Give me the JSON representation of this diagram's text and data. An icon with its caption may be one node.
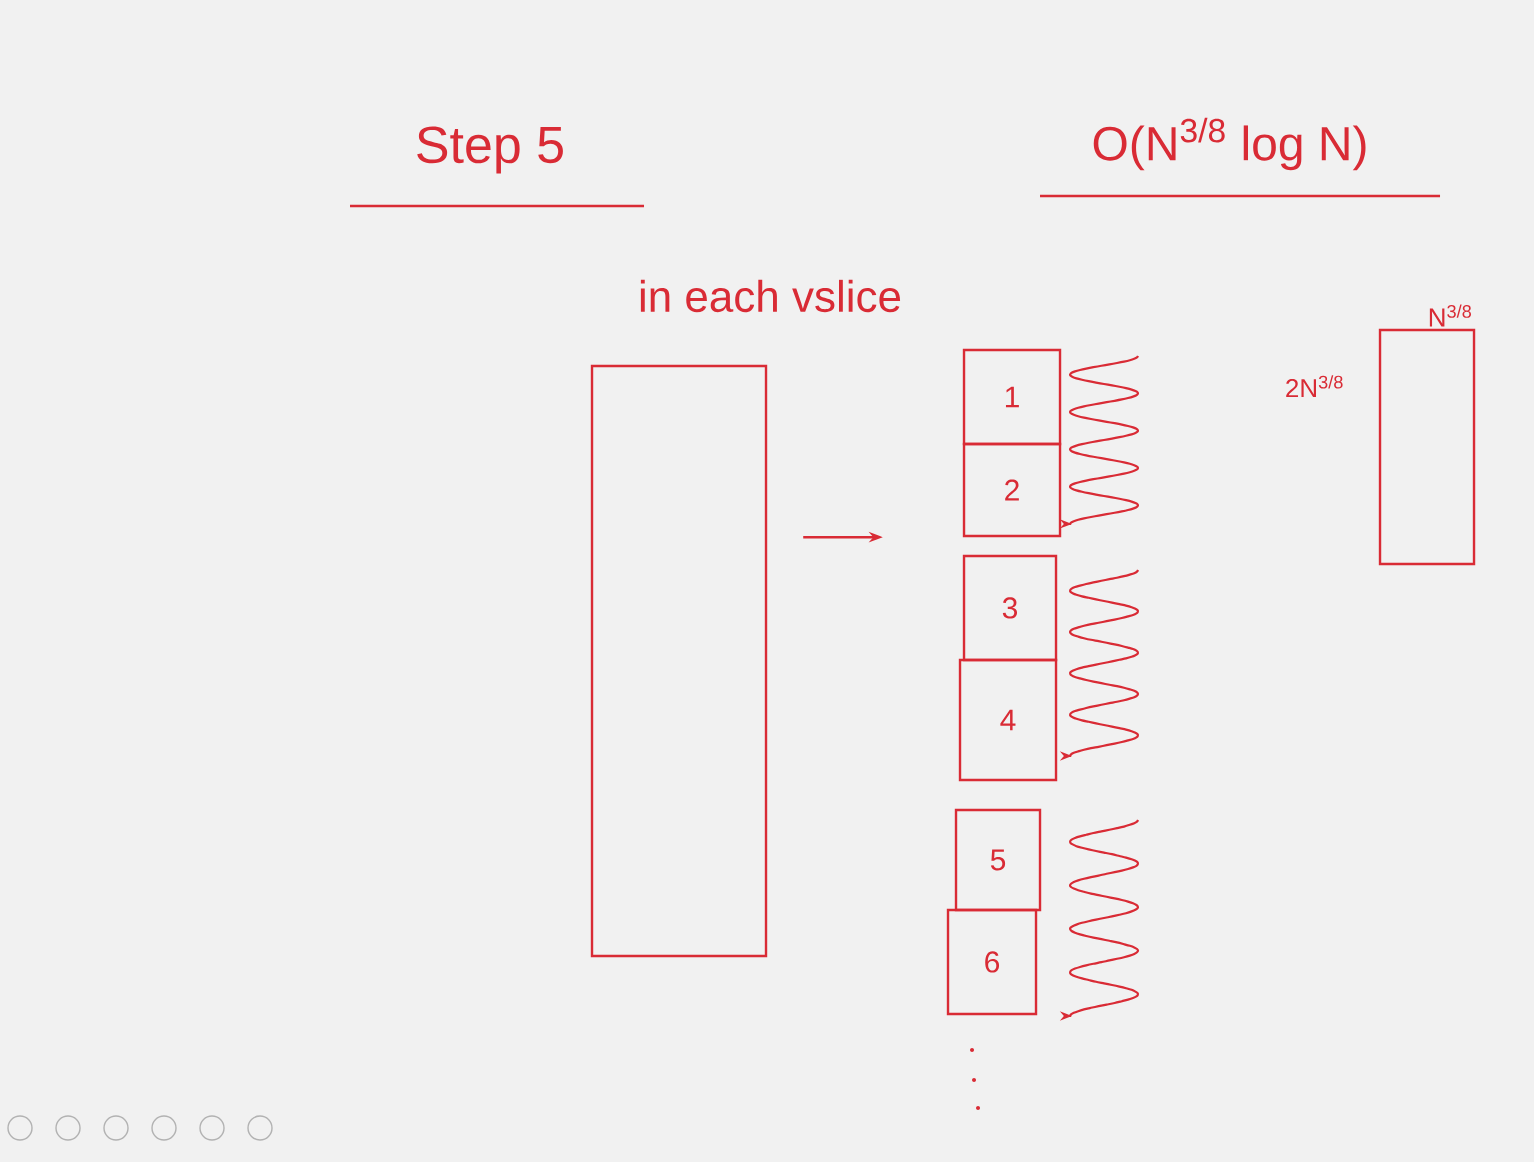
{
  "diagram": {
    "title": "Step 5",
    "nodes": [
      {
        "text": [],
        "shape": "box"
      },
      {
        "text": [
          "1"
        ]
      },
      {
        "text": [
          "2"
        ]
      },
      {
        "text": [
          "3"
        ]
      },
      {
        "text": [
          "4"
        ]
      },
      {
        "text": [
          "5"
        ]
      },
      {
        "text": [
          "6"
        ]
      },
      {
        "text": [],
        "shape": "box",
        "beside": [
          "2N$^{3/8}$",
          "N$^{3/8}$"
        ]
      }
    ],
    "edges": [
      {
        "from": 0,
        "to": 2,
        "arrow": "to"
      }
    ],
    "labels": [
      "O(N$^{3/8}$ log N)",
      "in each vslice"
    ]
  }
}
